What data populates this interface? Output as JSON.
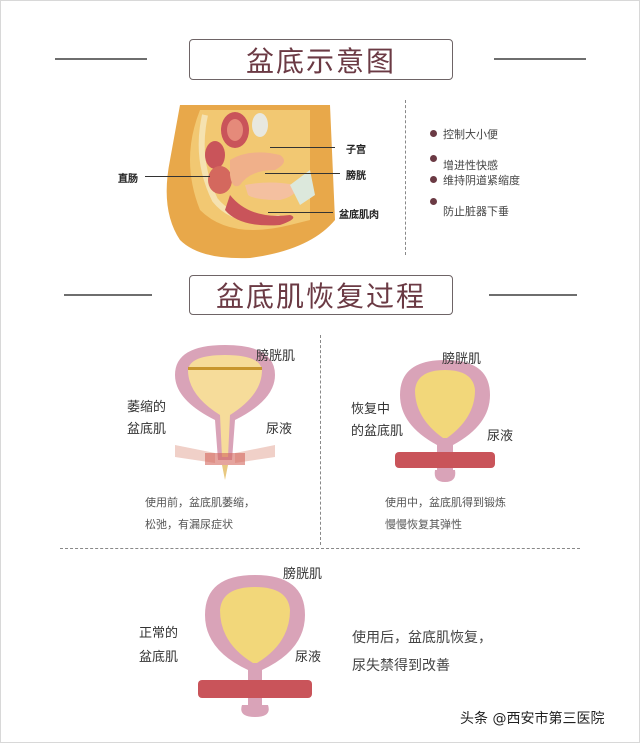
{
  "section1": {
    "title": "盆底示意图",
    "anatomy_labels": {
      "uterus": "子宫",
      "bladder": "膀胱",
      "rectum": "直肠",
      "pelvic_floor_muscle": "盆底肌肉"
    },
    "functions": [
      "控制大小便",
      "增进性快感",
      "维持阴道紧缩度",
      "防止脏器下垂"
    ]
  },
  "section2": {
    "title": "盆底肌恢复过程",
    "stages": [
      {
        "bladder_muscle": "膀胱肌",
        "urine": "尿液",
        "pelvic_label_line1": "萎缩的",
        "pelvic_label_line2": "盆底肌",
        "caption_line1": "使用前，盆底肌萎缩，",
        "caption_line2": "松弛，有漏尿症状"
      },
      {
        "bladder_muscle": "膀胱肌",
        "urine": "尿液",
        "pelvic_label_line1": "恢复中",
        "pelvic_label_line2": "的盆底肌",
        "caption_line1": "使用中，盆底肌得到锻炼",
        "caption_line2": "慢慢恢复其弹性"
      },
      {
        "bladder_muscle": "膀胱肌",
        "urine": "尿液",
        "pelvic_label_line1": "正常的",
        "pelvic_label_line2": "盆底肌",
        "caption_line1": "使用后，盆底肌恢复，",
        "caption_line2": "尿失禁得到改善"
      }
    ]
  },
  "watermark": "头条 @西安市第三医院",
  "colors": {
    "title_text": "#6b3a44",
    "bladder_pink": "#d9a3b8",
    "urine_yellow": "#f2d77a",
    "muscle_red": "#c9545a",
    "body_tan": "#e8a84a"
  }
}
